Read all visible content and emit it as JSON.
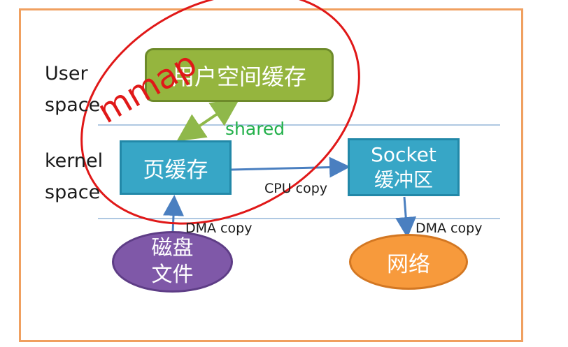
{
  "labels": {
    "user_space_line1": "User",
    "user_space_line2": "space",
    "kernel_space_line1": "kernel",
    "kernel_space_line2": "space"
  },
  "boxes": {
    "user_cache": "用户空间缓存",
    "page_cache": "页缓存",
    "socket_buffer_line1": "Socket",
    "socket_buffer_line2": "缓冲区",
    "disk_file_line1": "磁盘",
    "disk_file_line2": "文件",
    "network": "网络"
  },
  "annotations": {
    "mmap": "mmap",
    "shared": "shared",
    "cpu_copy": "CPU copy",
    "dma_copy_left": "DMA copy",
    "dma_copy_right": "DMA copy"
  },
  "colors": {
    "frame": "#f0a060",
    "user_box": "#95b53e",
    "kernel_box": "#37a6c6",
    "disk": "#7f58a8",
    "network": "#f79a3c",
    "mmap": "#e01818",
    "shared": "#22b04a",
    "arrow": "#4a7fc0"
  }
}
